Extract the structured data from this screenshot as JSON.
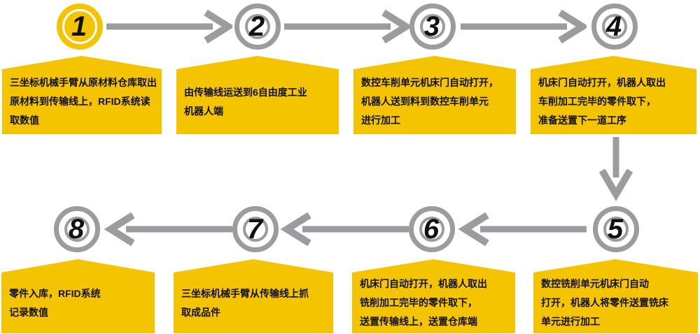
{
  "colors": {
    "yellow": "#F5C400",
    "gray": "#9C9C9E",
    "ink": "#111111",
    "bg": "#FFFFFF"
  },
  "steps": [
    {
      "number": "1",
      "highlight": true,
      "text": "三坐标机械手臂从原材料仓库取出\n原材料到传输线上，RFID系统读\n取数值"
    },
    {
      "number": "2",
      "highlight": false,
      "text": "由传输线运送到6自由度工业\n机器人端"
    },
    {
      "number": "3",
      "highlight": false,
      "text": "数控车削单元机床门自动打开，\n机器人送到料到数控车削单元\n进行加工"
    },
    {
      "number": "4",
      "highlight": false,
      "text": "机床门自动打开，机器人取出\n车削加工完毕的零件取下，\n准备送置下一道工序"
    },
    {
      "number": "5",
      "highlight": false,
      "text": "数控铣削单元机床门自动\n打开，机器人将零件送置铣床\n单元进行加工"
    },
    {
      "number": "6",
      "highlight": false,
      "text": "机床门自动打开，机器人取出\n铣削加工完毕的零件取下，\n送置传输线上，送置仓库端"
    },
    {
      "number": "7",
      "highlight": false,
      "text": "三坐标机械手臂从传输线上抓\n取成品件"
    },
    {
      "number": "8",
      "highlight": false,
      "text": "零件入库，RFID系统\n记录数值"
    }
  ],
  "flow": {
    "sequence": [
      "1",
      "2",
      "3",
      "4",
      "5",
      "6",
      "7",
      "8"
    ],
    "top_row_direction": "left-to-right",
    "bottom_row_direction": "right-to-left"
  }
}
